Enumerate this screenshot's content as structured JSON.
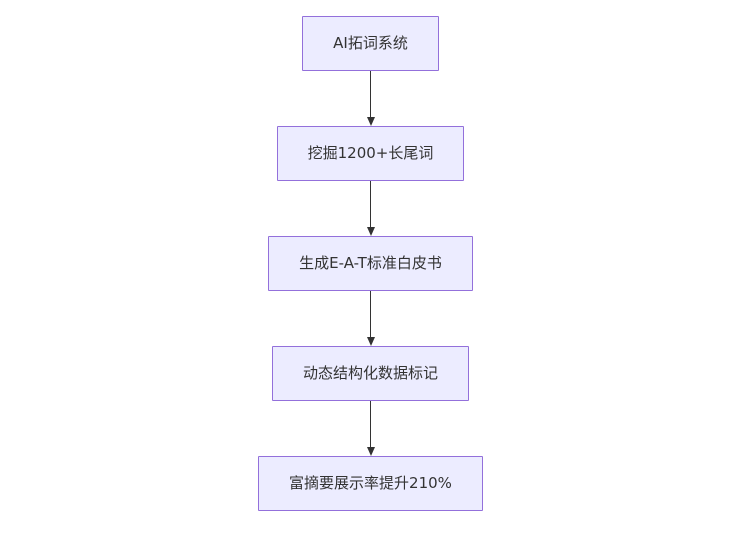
{
  "diagram": {
    "type": "flowchart",
    "direction": "top-down",
    "nodes": [
      {
        "id": "A",
        "label": "AI拓词系统"
      },
      {
        "id": "B",
        "label": "挖掘1200+长尾词"
      },
      {
        "id": "C",
        "label": "生成E-A-T标准白皮书"
      },
      {
        "id": "D",
        "label": "动态结构化数据标记"
      },
      {
        "id": "E",
        "label": "富摘要展示率提升210%"
      }
    ],
    "edges": [
      {
        "from": "A",
        "to": "B"
      },
      {
        "from": "B",
        "to": "C"
      },
      {
        "from": "C",
        "to": "D"
      },
      {
        "from": "D",
        "to": "E"
      }
    ]
  },
  "colors": {
    "node_fill": "#ECECFF",
    "node_border": "#9370DB",
    "text_color": "#333333",
    "arrow_color": "#333333",
    "bg_color": "#ffffff"
  }
}
